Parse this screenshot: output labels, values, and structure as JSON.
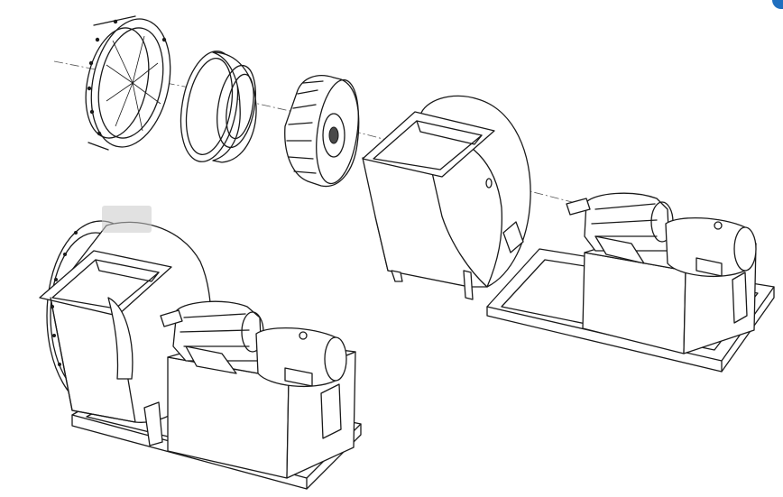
{
  "figure": {
    "watermark_text": "",
    "components": [
      "inlet-cone-flange",
      "inlet-bell",
      "impeller",
      "volute-housing",
      "motor-and-bearing-pedestal",
      "assembled-fan"
    ]
  },
  "colors": {
    "line": "#1a1a1a",
    "background": "#ffffff",
    "corner_accent": "#1f6fbf"
  }
}
